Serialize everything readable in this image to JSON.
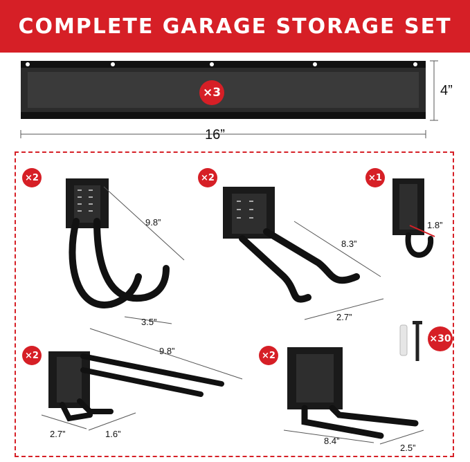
{
  "banner": {
    "title": "COMPLETE GARAGE STORAGE SET"
  },
  "rail": {
    "qty": "×3",
    "length": "16”",
    "height": "4”"
  },
  "hooks": [
    {
      "qty": "×2",
      "dims": [
        "9.8”",
        "3.5”"
      ]
    },
    {
      "qty": "×2",
      "dims": [
        "8.3”",
        "2.7”"
      ]
    },
    {
      "qty": "×1",
      "dims": [
        "1.8”"
      ]
    },
    {
      "qty": "×2",
      "dims": [
        "9.8”",
        "2.7”",
        "1.6”"
      ]
    },
    {
      "qty": "×2",
      "dims": [
        "8.4”",
        "2.5”"
      ]
    }
  ],
  "screws": {
    "qty": "×30"
  },
  "colors": {
    "accent": "#d61f26",
    "metal": "#1a1a1a"
  }
}
